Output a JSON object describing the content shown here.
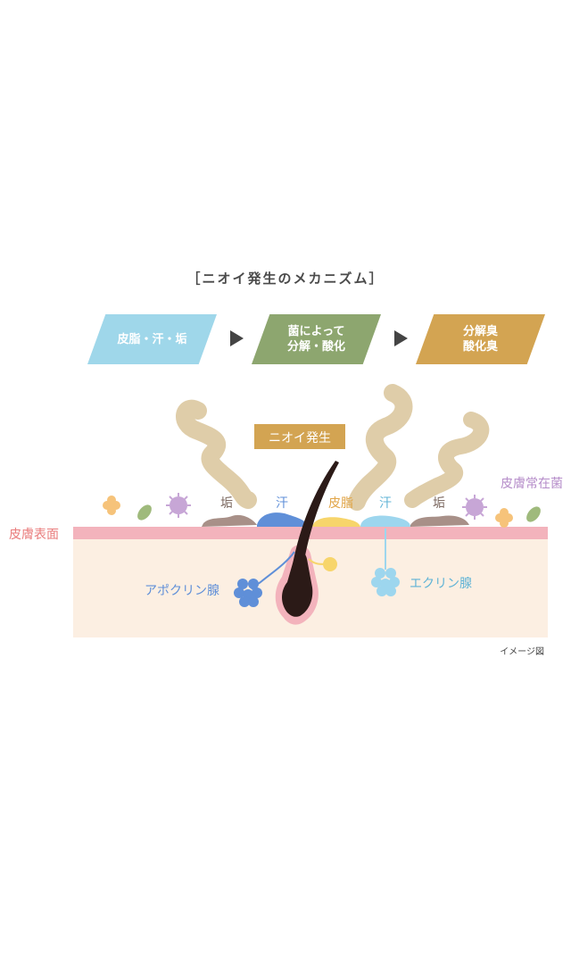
{
  "title": "［ニオイ発生のメカニズム］",
  "steps": [
    {
      "label": "皮脂・汗・垢",
      "color": "#9fd7ea"
    },
    {
      "label": "菌によって\n分解・酸化",
      "color": "#8da66f"
    },
    {
      "label": "分解臭\n酸化臭",
      "color": "#d3a452"
    }
  ],
  "diagram": {
    "smell_label": "ニオイ発生",
    "bacteria_label": "皮膚常在菌",
    "skin_surface_label": "皮膚表面",
    "substances": {
      "dirt_left": "垢",
      "sweat_left": "汗",
      "sebum": "皮脂",
      "sweat_right": "汗",
      "dirt_right": "垢"
    },
    "apocrine_label": "アポクリン腺",
    "eccrine_label": "エクリン腺",
    "caption": "イメージ図",
    "colors": {
      "skin": "#fcefe2",
      "surface": "#f3b3bc",
      "smell": "#d9c49a",
      "dirt": "#a89088",
      "apocrine": "#5f8fd8",
      "eccrine": "#9dd6ee",
      "sebum": "#f7d56b",
      "bacteria_purple": "#c7a6d6",
      "bacteria_orange": "#f6c37a",
      "bacteria_green": "#9fba7c"
    }
  }
}
